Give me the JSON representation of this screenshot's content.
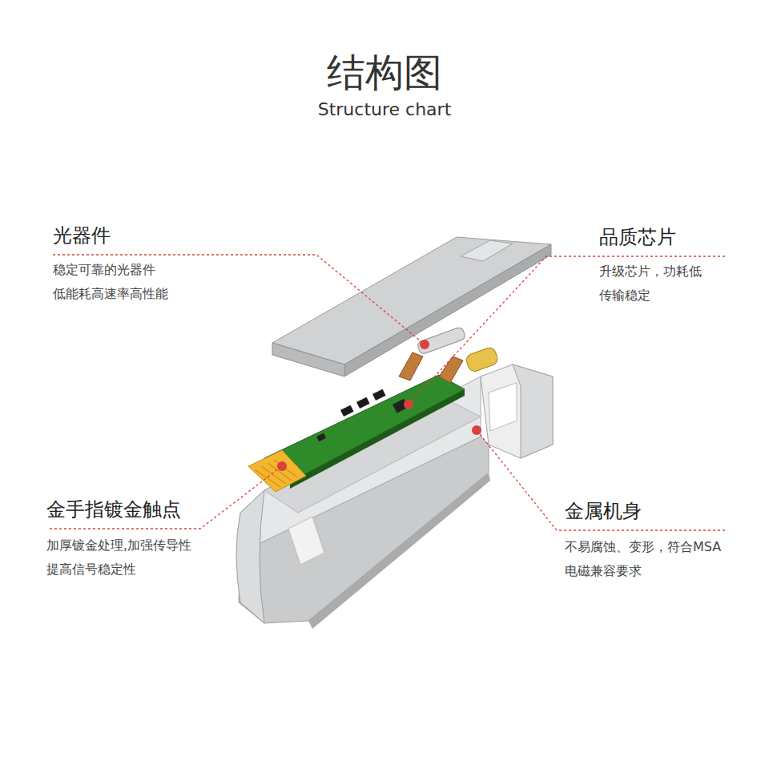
{
  "diagram": {
    "title": "结构图",
    "labels": [
      "Structure chart",
      "光器件",
      "稳定可靠的光器件 低能耗高速率高性能",
      "品质芯片",
      "升级芯片，功耗低 传输稳定",
      "金手指镀金触点",
      "加厚镀金处理,加强传导性 提高信号稳定性",
      "金属机身",
      "不易腐蚀、变形，符合MSA 电磁兼容要求"
    ]
  }
}
